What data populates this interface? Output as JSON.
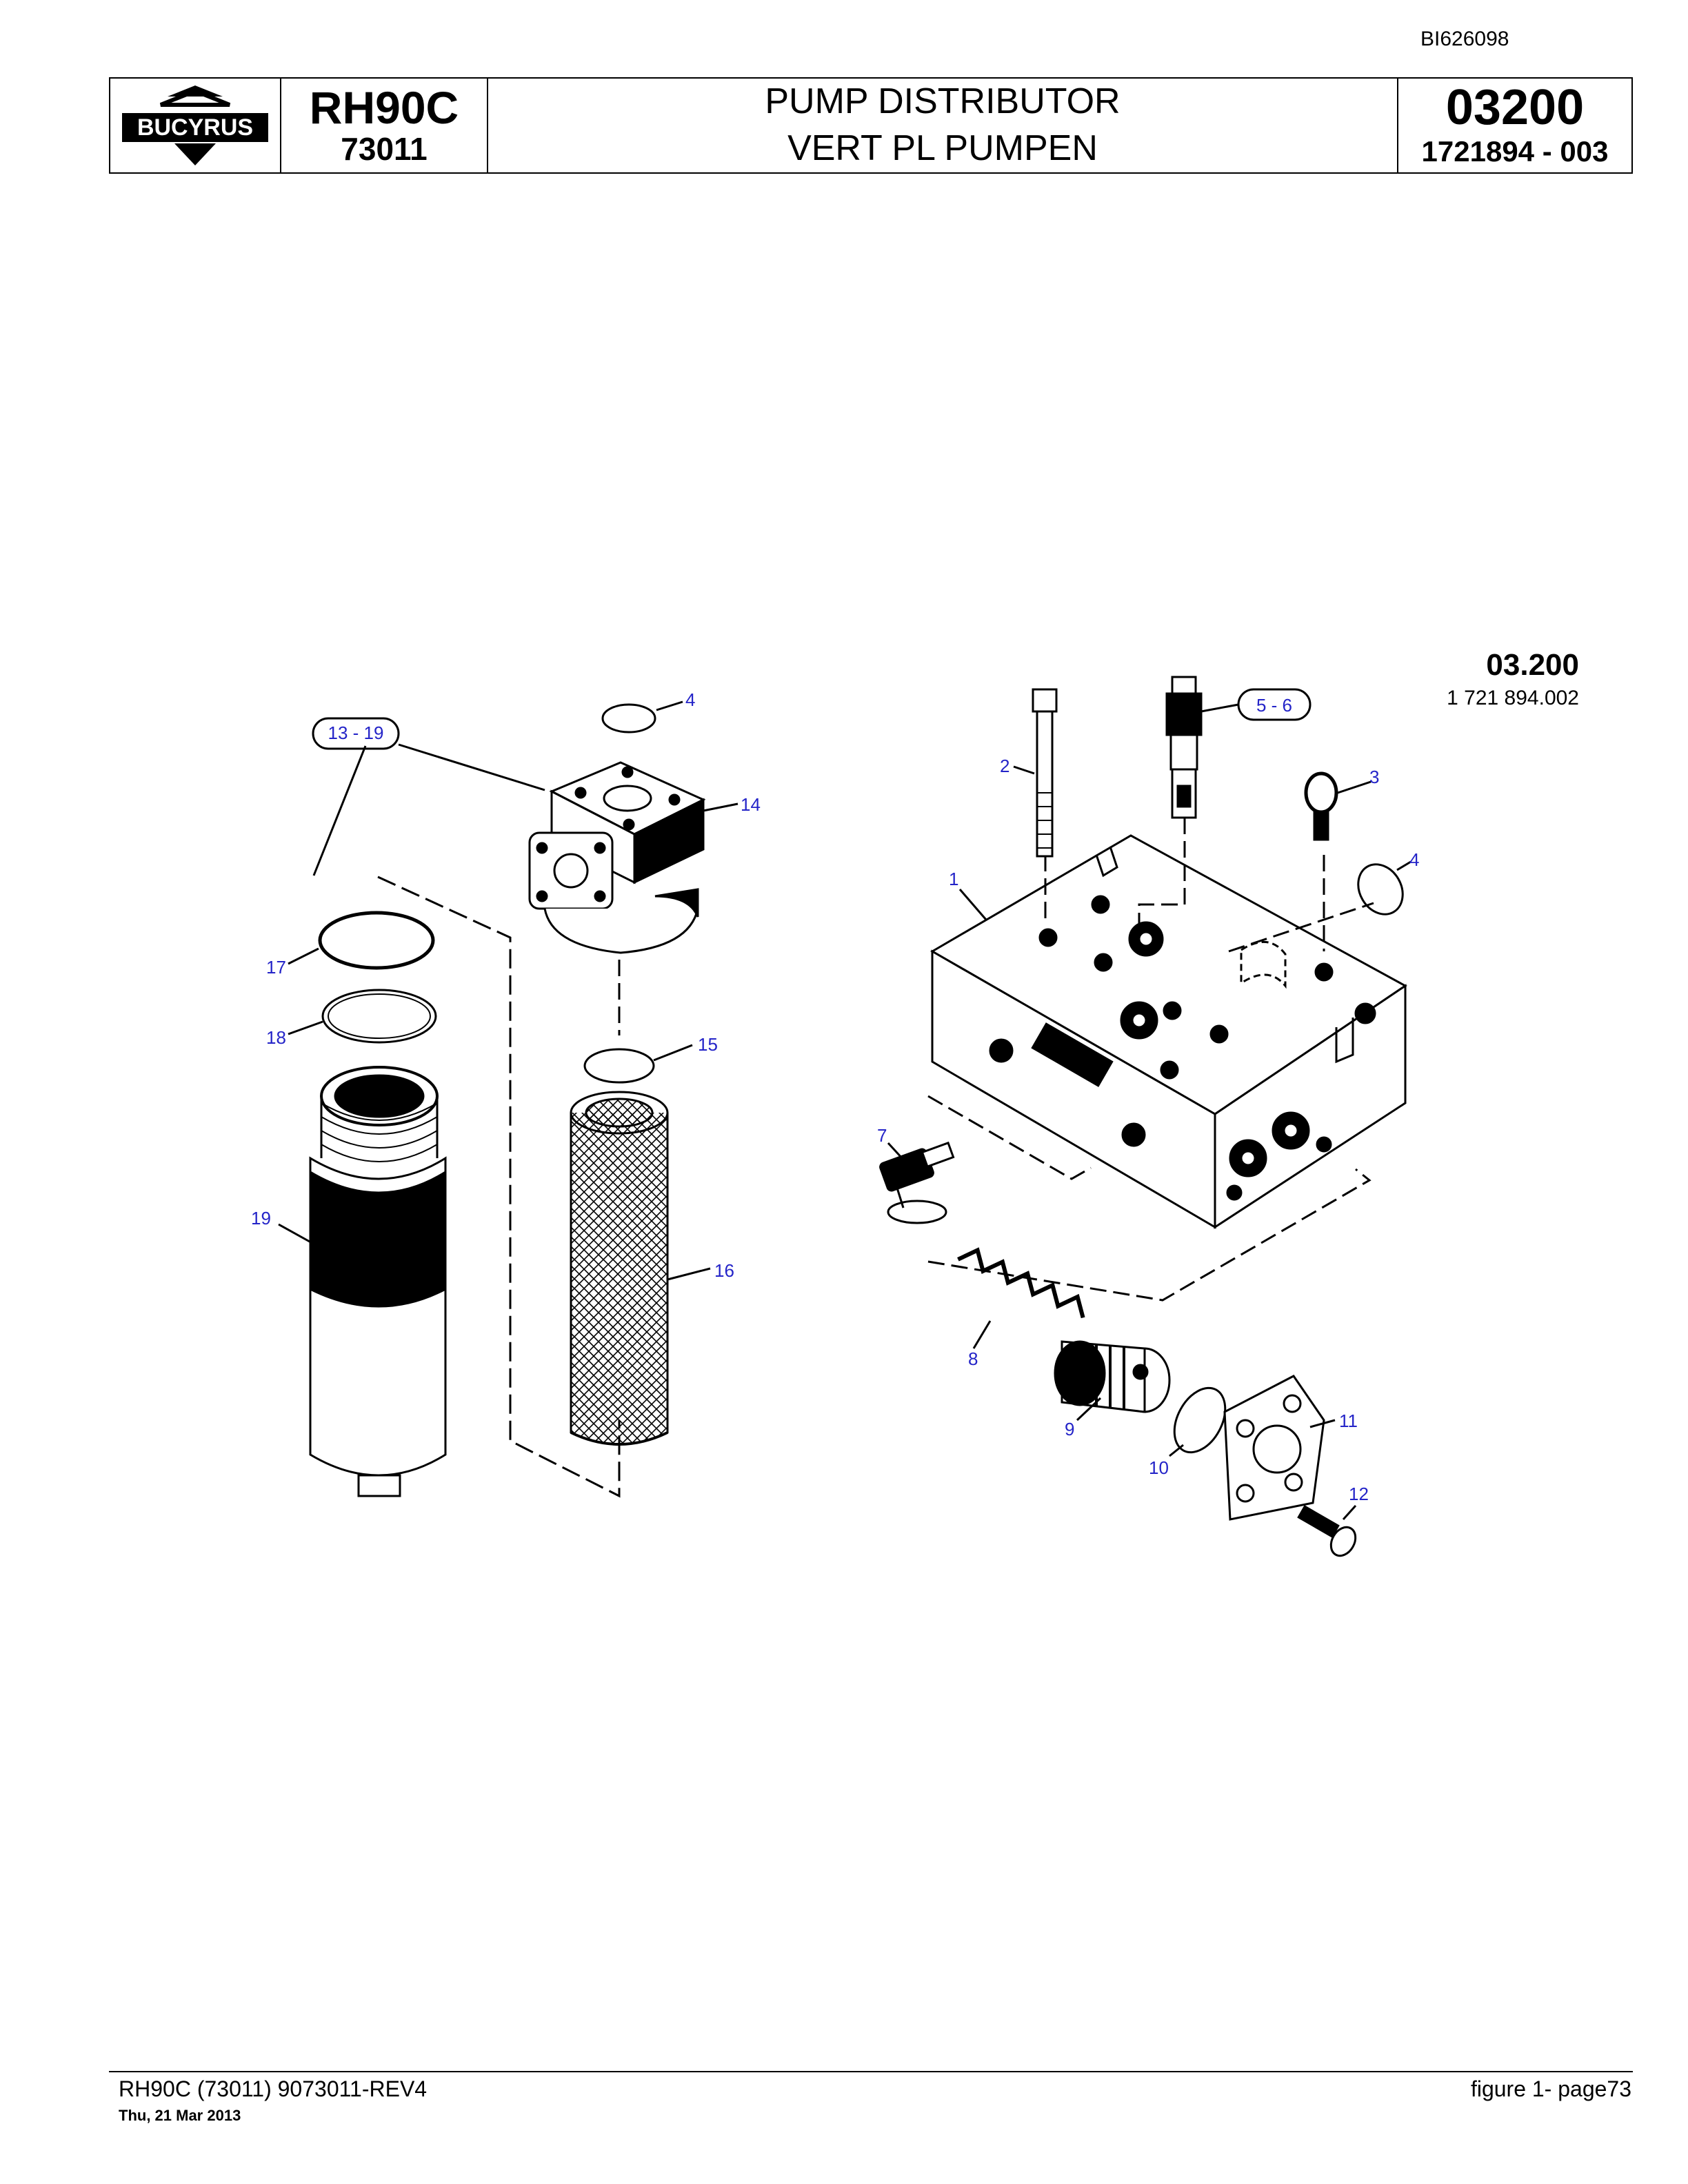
{
  "document_id": "BI626098",
  "header": {
    "logo_text": "BUCYRUS",
    "model": "RH90C",
    "model_number": "73011",
    "title_line1": "PUMP DISTRIBUTOR",
    "title_line2": "VERT PL PUMPEN",
    "section_number": "03200",
    "part_number": "1721894  - 003"
  },
  "diagram": {
    "code": "03.200",
    "code_sub": "1 721 894.002",
    "callouts": {
      "c1": "1",
      "c2": "2",
      "c3": "3",
      "c4a": "4",
      "c4b": "4",
      "c56": "5 - 6",
      "c7": "7",
      "c8": "8",
      "c9": "9",
      "c10": "10",
      "c11": "11",
      "c12": "12",
      "c1319": "13 - 19",
      "c14": "14",
      "c15": "15",
      "c16": "16",
      "c17": "17",
      "c18": "18",
      "c19": "19"
    }
  },
  "footer": {
    "left": "RH90C (73011) 9073011-REV4",
    "date": "Thu, 21 Mar 2013",
    "right": "figure  1- page73"
  }
}
